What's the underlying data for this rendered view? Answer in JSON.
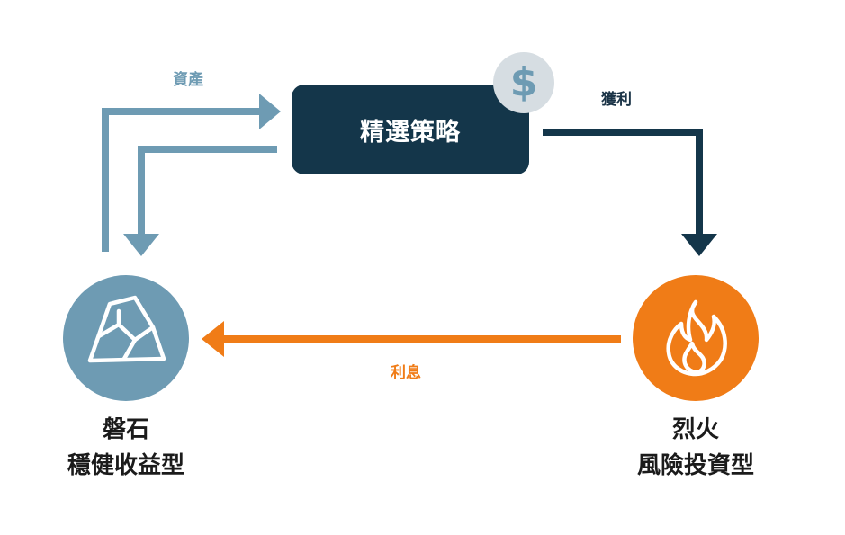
{
  "strategy": {
    "label": "精選策略"
  },
  "badge": {
    "symbol": "$",
    "icon": "dollar-icon"
  },
  "flows": {
    "assets": "資產",
    "profit": "獲利",
    "interest": "利息"
  },
  "nodes": {
    "rock": {
      "line1": "磐石",
      "line2": "穩健收益型",
      "icon": "rock-icon"
    },
    "fire": {
      "line1": "烈火",
      "line2": "風險投資型",
      "icon": "flame-icon"
    }
  },
  "colors": {
    "light_blue": "#6e9bb3",
    "navy": "#14364a",
    "orange": "#f07c17",
    "badge_gray": "#d6dde2"
  }
}
